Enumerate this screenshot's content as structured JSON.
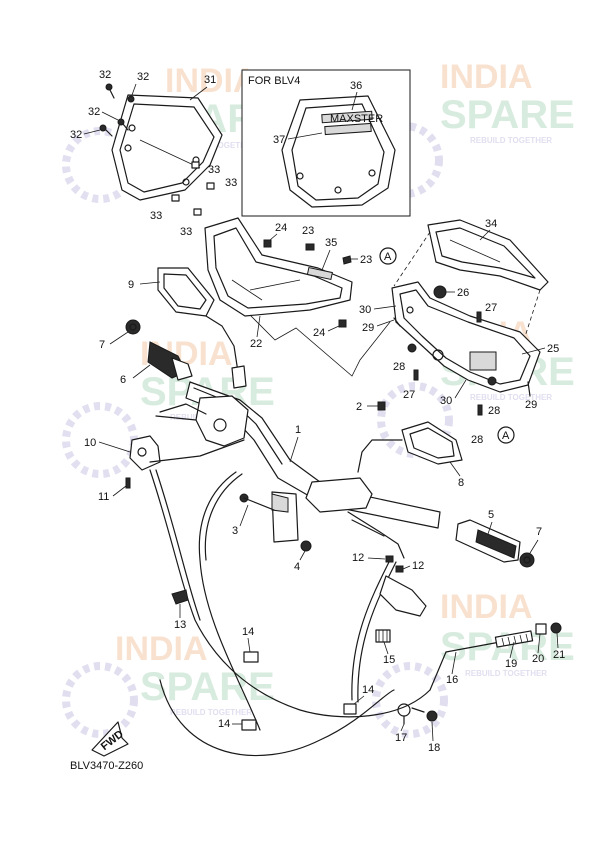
{
  "diagram": {
    "code": "BLV3470-Z260",
    "inset_title": "FOR BLV4",
    "fwd_label": "FWD",
    "callout_a": "A",
    "inset_badge_text": "MAXSTER",
    "watermark": {
      "line1": "INDIA",
      "line2": "SPARE",
      "tagline": "REBUILD TOGETHER"
    },
    "part_numbers": {
      "p1": "1",
      "p2": "2",
      "p3": "3",
      "p4": "4",
      "p5": "5",
      "p6": "6",
      "p7a": "7",
      "p7b": "7",
      "p8": "8",
      "p9": "9",
      "p10": "10",
      "p11": "11",
      "p12a": "12",
      "p12b": "12",
      "p13": "13",
      "p14a": "14",
      "p14b": "14",
      "p14c": "14",
      "p15": "15",
      "p16": "16",
      "p17": "17",
      "p18": "18",
      "p19": "19",
      "p20": "20",
      "p21": "21",
      "p22": "22",
      "p23a": "23",
      "p23b": "23",
      "p24a": "24",
      "p24b": "24",
      "p25": "25",
      "p26": "26",
      "p27a": "27",
      "p27b": "27",
      "p28a": "28",
      "p28b": "28",
      "p28c": "28",
      "p29a": "29",
      "p29b": "29",
      "p30a": "30",
      "p30b": "30",
      "p31": "31",
      "p32a": "32",
      "p32b": "32",
      "p32c": "32",
      "p32d": "32",
      "p33a": "33",
      "p33b": "33",
      "p33c": "33",
      "p33d": "33",
      "p34": "34",
      "p35": "35",
      "p36": "36",
      "p37": "37"
    }
  }
}
